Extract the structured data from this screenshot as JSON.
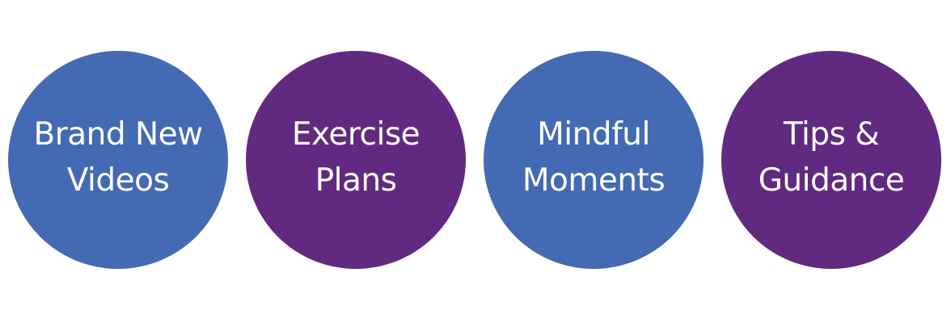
{
  "colors": {
    "blue": "#436ab2",
    "purple": "#612a80",
    "text": "#ffffff"
  },
  "circles": [
    {
      "line1": "Brand New",
      "line2": "Videos",
      "color": "#436ab2"
    },
    {
      "line1": "Exercise",
      "line2": "Plans",
      "color": "#612a80"
    },
    {
      "line1": "Mindful",
      "line2": "Moments",
      "color": "#436ab2"
    },
    {
      "line1": "Tips &",
      "line2": "Guidance",
      "color": "#612a80"
    }
  ]
}
